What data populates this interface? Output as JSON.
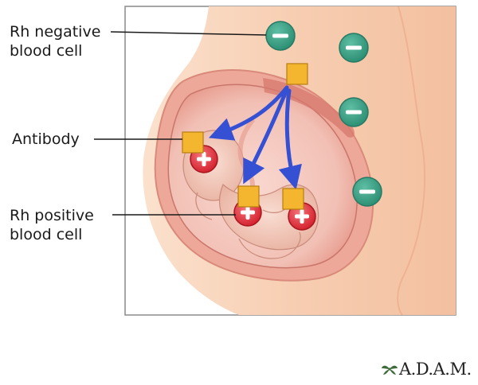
{
  "labels": {
    "rh_negative": [
      "Rh negative",
      "blood cell"
    ],
    "antibody": "Antibody",
    "rh_positive": [
      "Rh positive",
      "blood cell"
    ]
  },
  "brand": {
    "text": "A.D.A.M."
  },
  "colors": {
    "skin": "#f5c6a6",
    "uterus_wall": "#f2b3a5",
    "rh_negative_cell": "#3fa389",
    "rh_positive_cell": "#e2343f",
    "antibody": "#f4b62f",
    "arrow": "#3650d4",
    "frame": "#8a8a8a"
  },
  "icons": {
    "rh_negative_cell": "minus-cell-icon",
    "rh_positive_cell": "plus-cell-icon",
    "antibody": "antibody-square-icon",
    "brand": "leaf-logo-icon"
  }
}
